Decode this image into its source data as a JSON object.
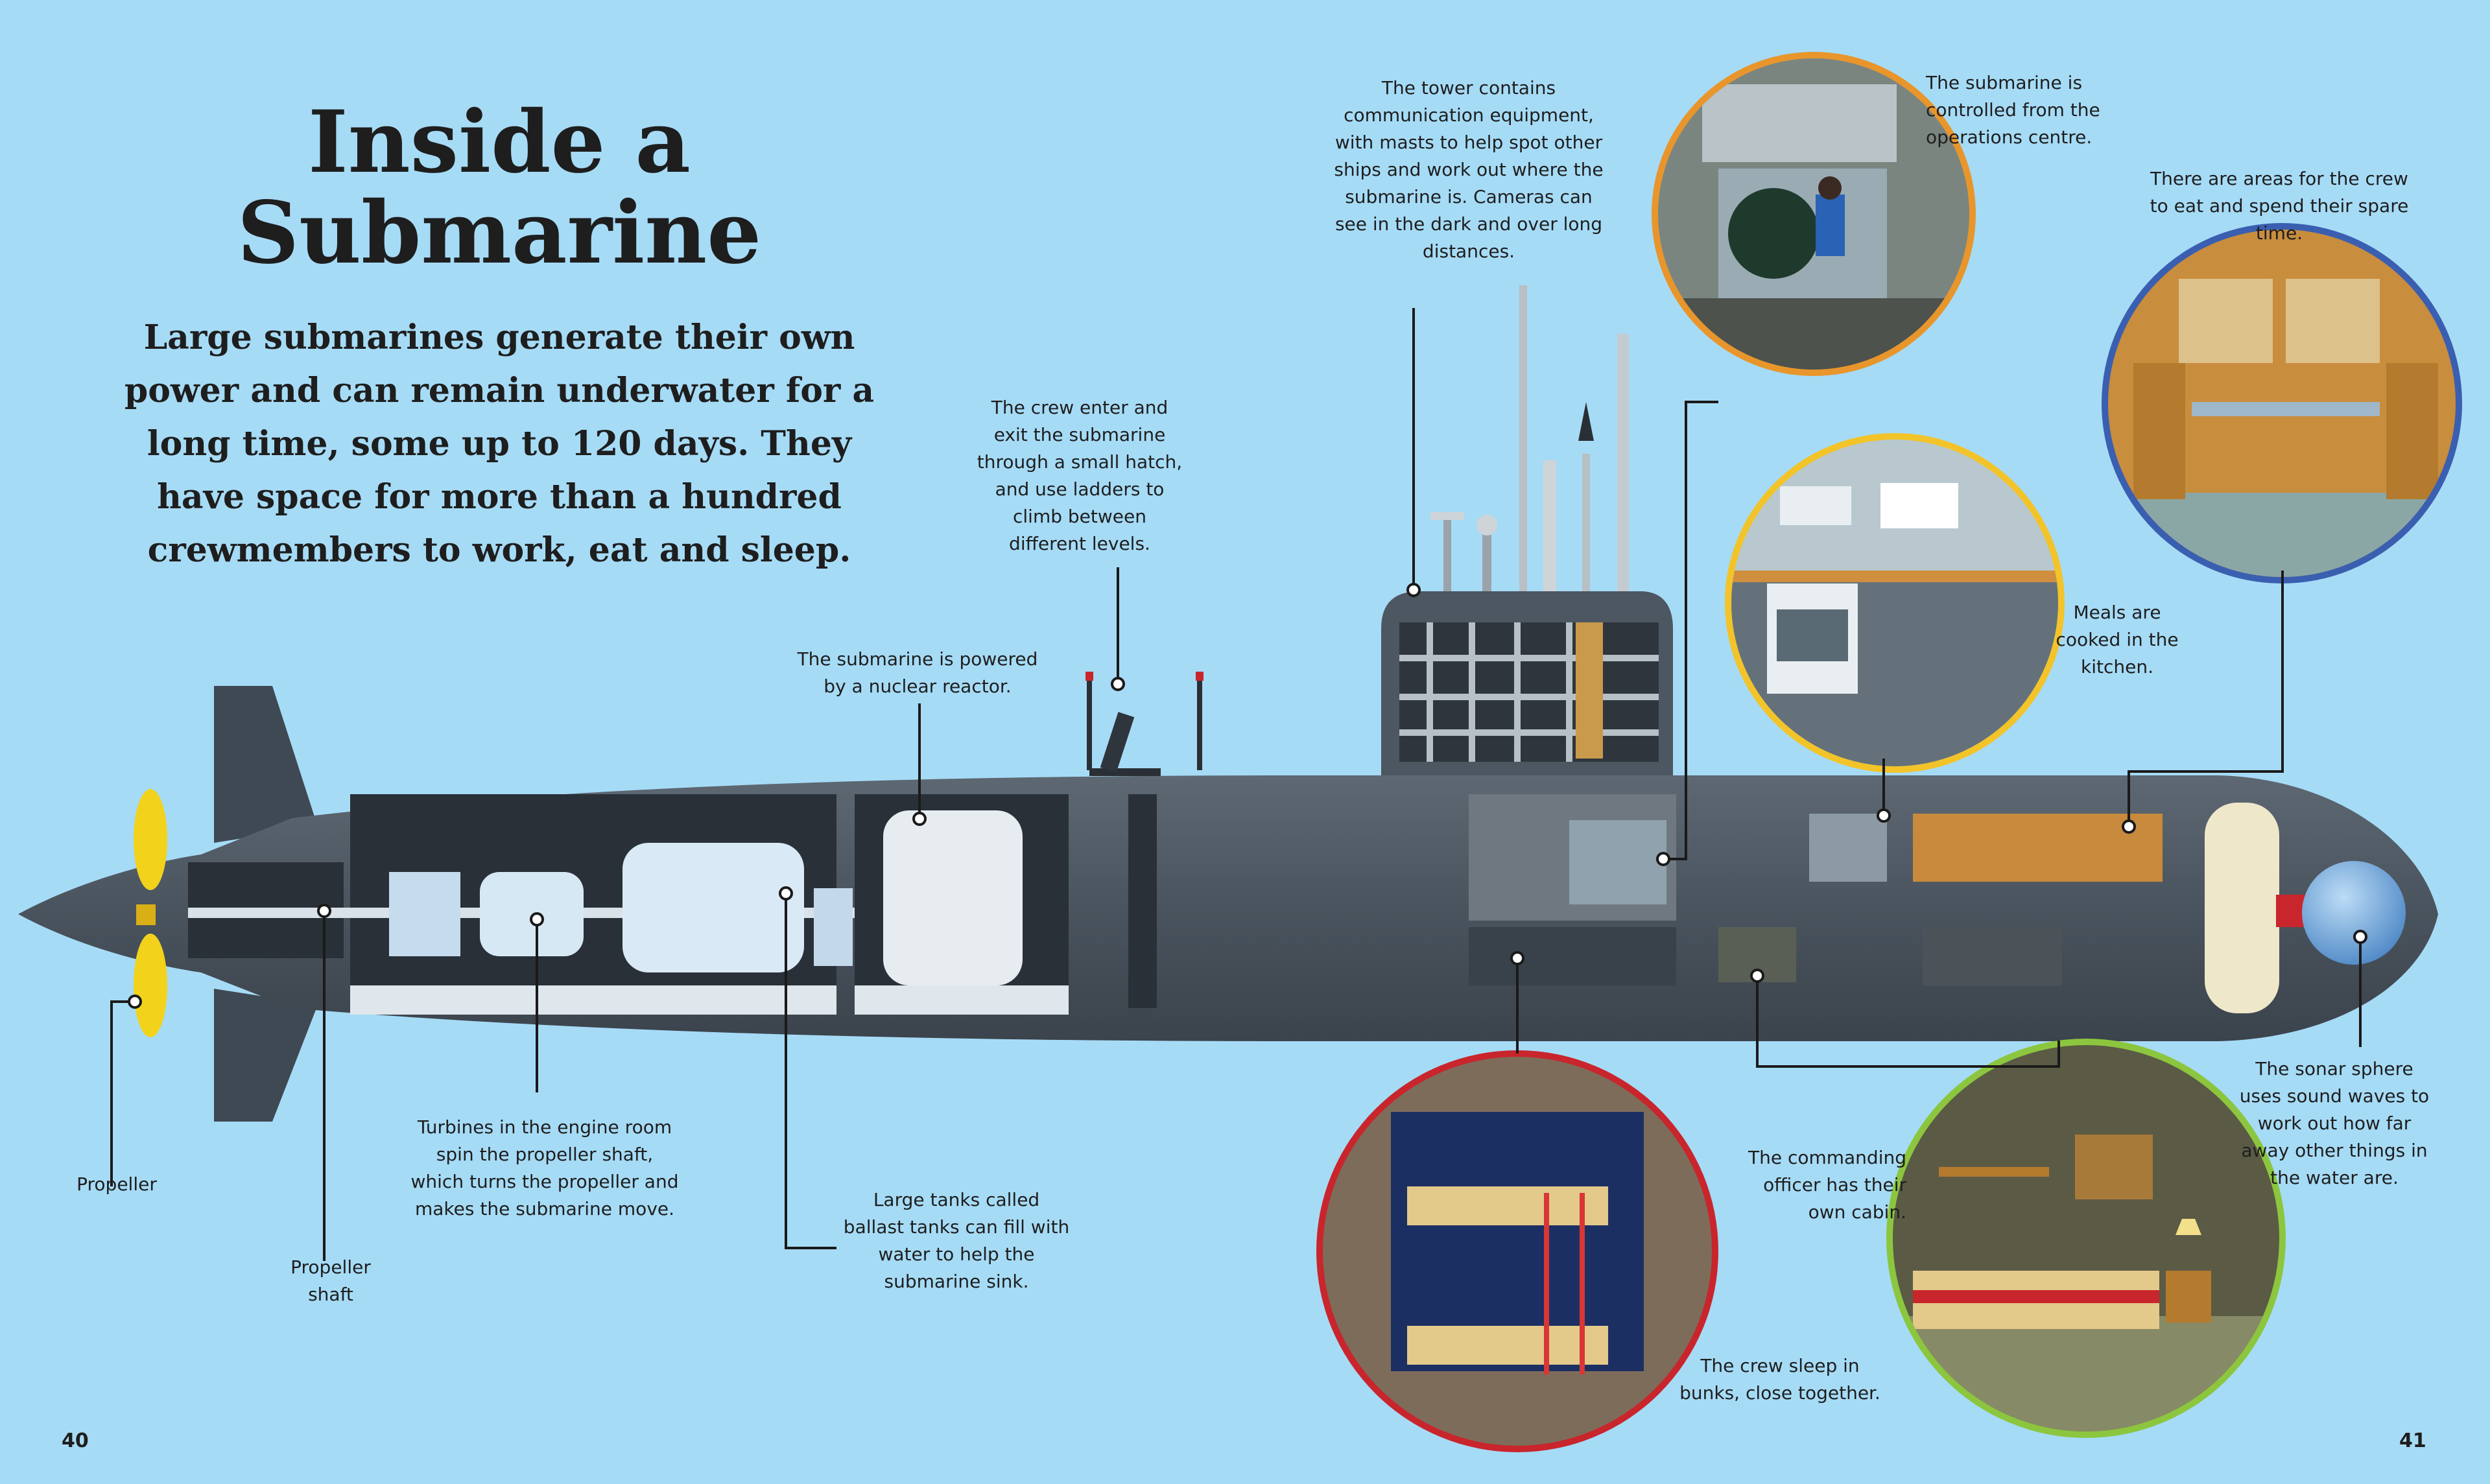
{
  "title_line1": "Inside a",
  "title_line2": "Submarine",
  "intro": "Large submarines generate their own power and can remain underwater for a long time, some up to 120 days. They have space for more than a hundred crewmembers to work, eat and sleep.",
  "callouts": {
    "tower": "The tower contains communication equipment, with masts to help spot other ships and work out where the submarine is. Cameras can see in the dark and over long distances.",
    "operations": "The submarine is controlled from the operations centre.",
    "mess": "There are areas for the crew to eat and spend their spare time.",
    "hatch": "The crew enter and exit the submarine through a small hatch, and use ladders to climb between different levels.",
    "reactor": "The submarine is powered by a nuclear reactor.",
    "kitchen": "Meals are cooked in the kitchen.",
    "propeller": "Propeller",
    "shaft": "Propeller shaft",
    "turbines": "Turbines in the engine room spin the propeller shaft, which turns the propeller and makes the submarine move.",
    "ballast": "Large tanks called ballast tanks can fill with water to help the submarine sink.",
    "sonar": "The sonar sphere uses sound waves to work out how far away other things in the water are.",
    "commander": "The commanding officer has their own cabin.",
    "bunks": "The crew sleep in bunks, close together."
  },
  "page_left": "40",
  "page_right": "41",
  "colors": {
    "background": "#a6dbf6",
    "hull": "#4c5661",
    "propeller": "#f2d21b",
    "ring_operations": "#e8962c",
    "ring_kitchen": "#f2c42a",
    "ring_mess": "#3a5fb0",
    "ring_bunks": "#c9252c",
    "ring_cabin": "#8cc63f",
    "sonar": "#7ab0e0"
  }
}
